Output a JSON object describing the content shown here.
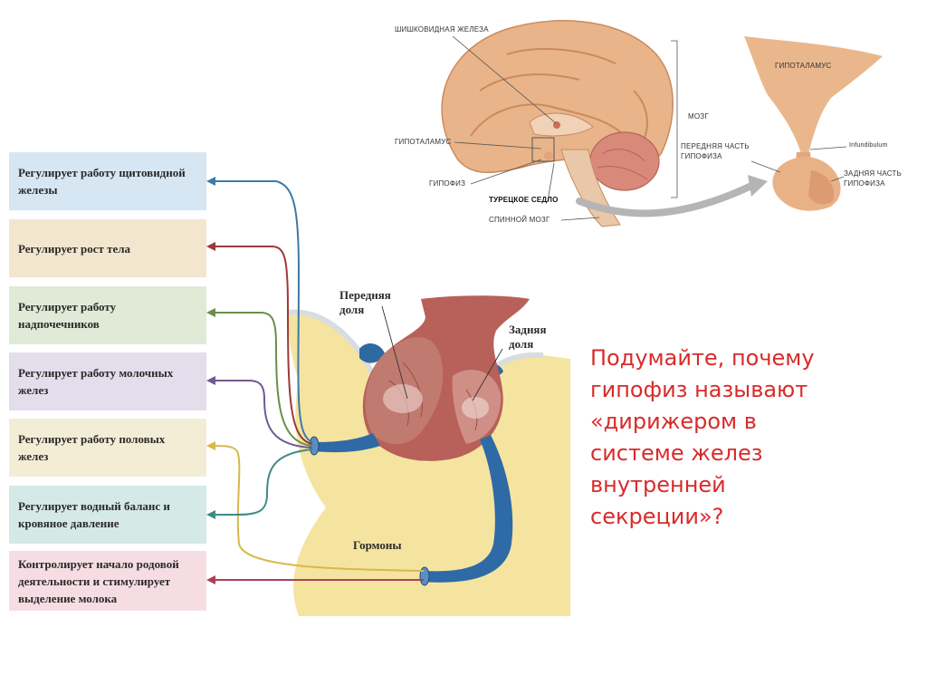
{
  "function_boxes": [
    {
      "text": "Регулирует работу щитовидной железы",
      "color": "#d6e6f2",
      "line_color": "#3d7aa6"
    },
    {
      "text": "Регулирует рост тела",
      "color": "#f3e6cf",
      "line_color": "#9b3a3a"
    },
    {
      "text": "Регулирует работу надпочечников",
      "color": "#dfebd6",
      "line_color": "#6a8f4a"
    },
    {
      "text": "Регулирует работу молочных желез",
      "color": "#e4ddeb",
      "line_color": "#6f5a90"
    },
    {
      "text": "Регулирует работу половых желез",
      "color": "#f4edd6",
      "line_color": "#d8b84a"
    },
    {
      "text": "Регулирует водный баланс и кровяное давление",
      "color": "#d5e9e6",
      "line_color": "#3f8a86"
    },
    {
      "text": "Контролирует начало родовой деятельности и стимулирует выделение молока",
      "color": "#f6dde4",
      "line_color": "#a8415a"
    }
  ],
  "pituitary_labels": {
    "anterior": "Передняя доля",
    "posterior": "Задняя доля",
    "hormones": "Гормоны"
  },
  "brain_labels": {
    "pineal": "ШИШКОВИДНАЯ ЖЕЛЕЗА",
    "hypothalamus": "ГИПОТАЛАМУС",
    "pituitary": "ГИПОФИЗ",
    "sella": "ТУРЕЦКОЕ СЕДЛО",
    "spinal_cord": "СПИННОЙ МОЗГ",
    "brain": "МОЗГ",
    "anterior_part": "ПЕРЕДНЯЯ ЧАСТЬ ГИПОФИЗА",
    "hypothalamus_detail": "ГИПОТАЛАМУС",
    "infundibulum": "Infundibulum",
    "posterior_part": "ЗАДНЯЯ ЧАСТЬ ГИПОФИЗА"
  },
  "question": "Подумайте, почему\nгипофиз называют\n«дирижером в\nсистеме желез\nвнутренней\nсекреции»?"
}
